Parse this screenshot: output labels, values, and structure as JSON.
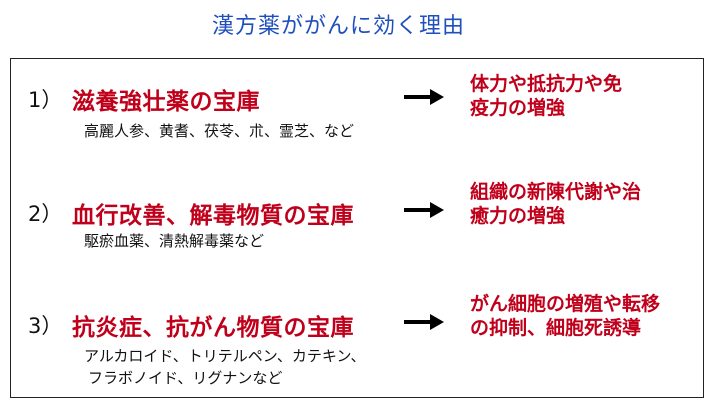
{
  "title": "漢方薬ががんに効く理由",
  "items": [
    {
      "number": "1）",
      "heading": "滋養強壮薬の宝庫",
      "examples": [
        "高麗人参、黄耆、茯苓、朮、霊芝、など"
      ],
      "effect": [
        "体力や抵抗力や免",
        "疫力の増強"
      ]
    },
    {
      "number": "2）",
      "heading": "血行改善、解毒物質の宝庫",
      "examples": [
        "駆瘀血薬、清熱解毒薬など"
      ],
      "effect": [
        "組織の新陳代謝や治",
        "癒力の増強"
      ]
    },
    {
      "number": "3）",
      "heading": "抗炎症、抗がん物質の宝庫",
      "examples": [
        "アルカロイド、トリテルペン、カテキン、",
        "フラボノイド、リグナンなど"
      ],
      "effect": [
        "がん細胞の増殖や転移",
        "の抑制、細胞死誘導"
      ]
    }
  ],
  "arrow_icon": "right-arrow-icon"
}
